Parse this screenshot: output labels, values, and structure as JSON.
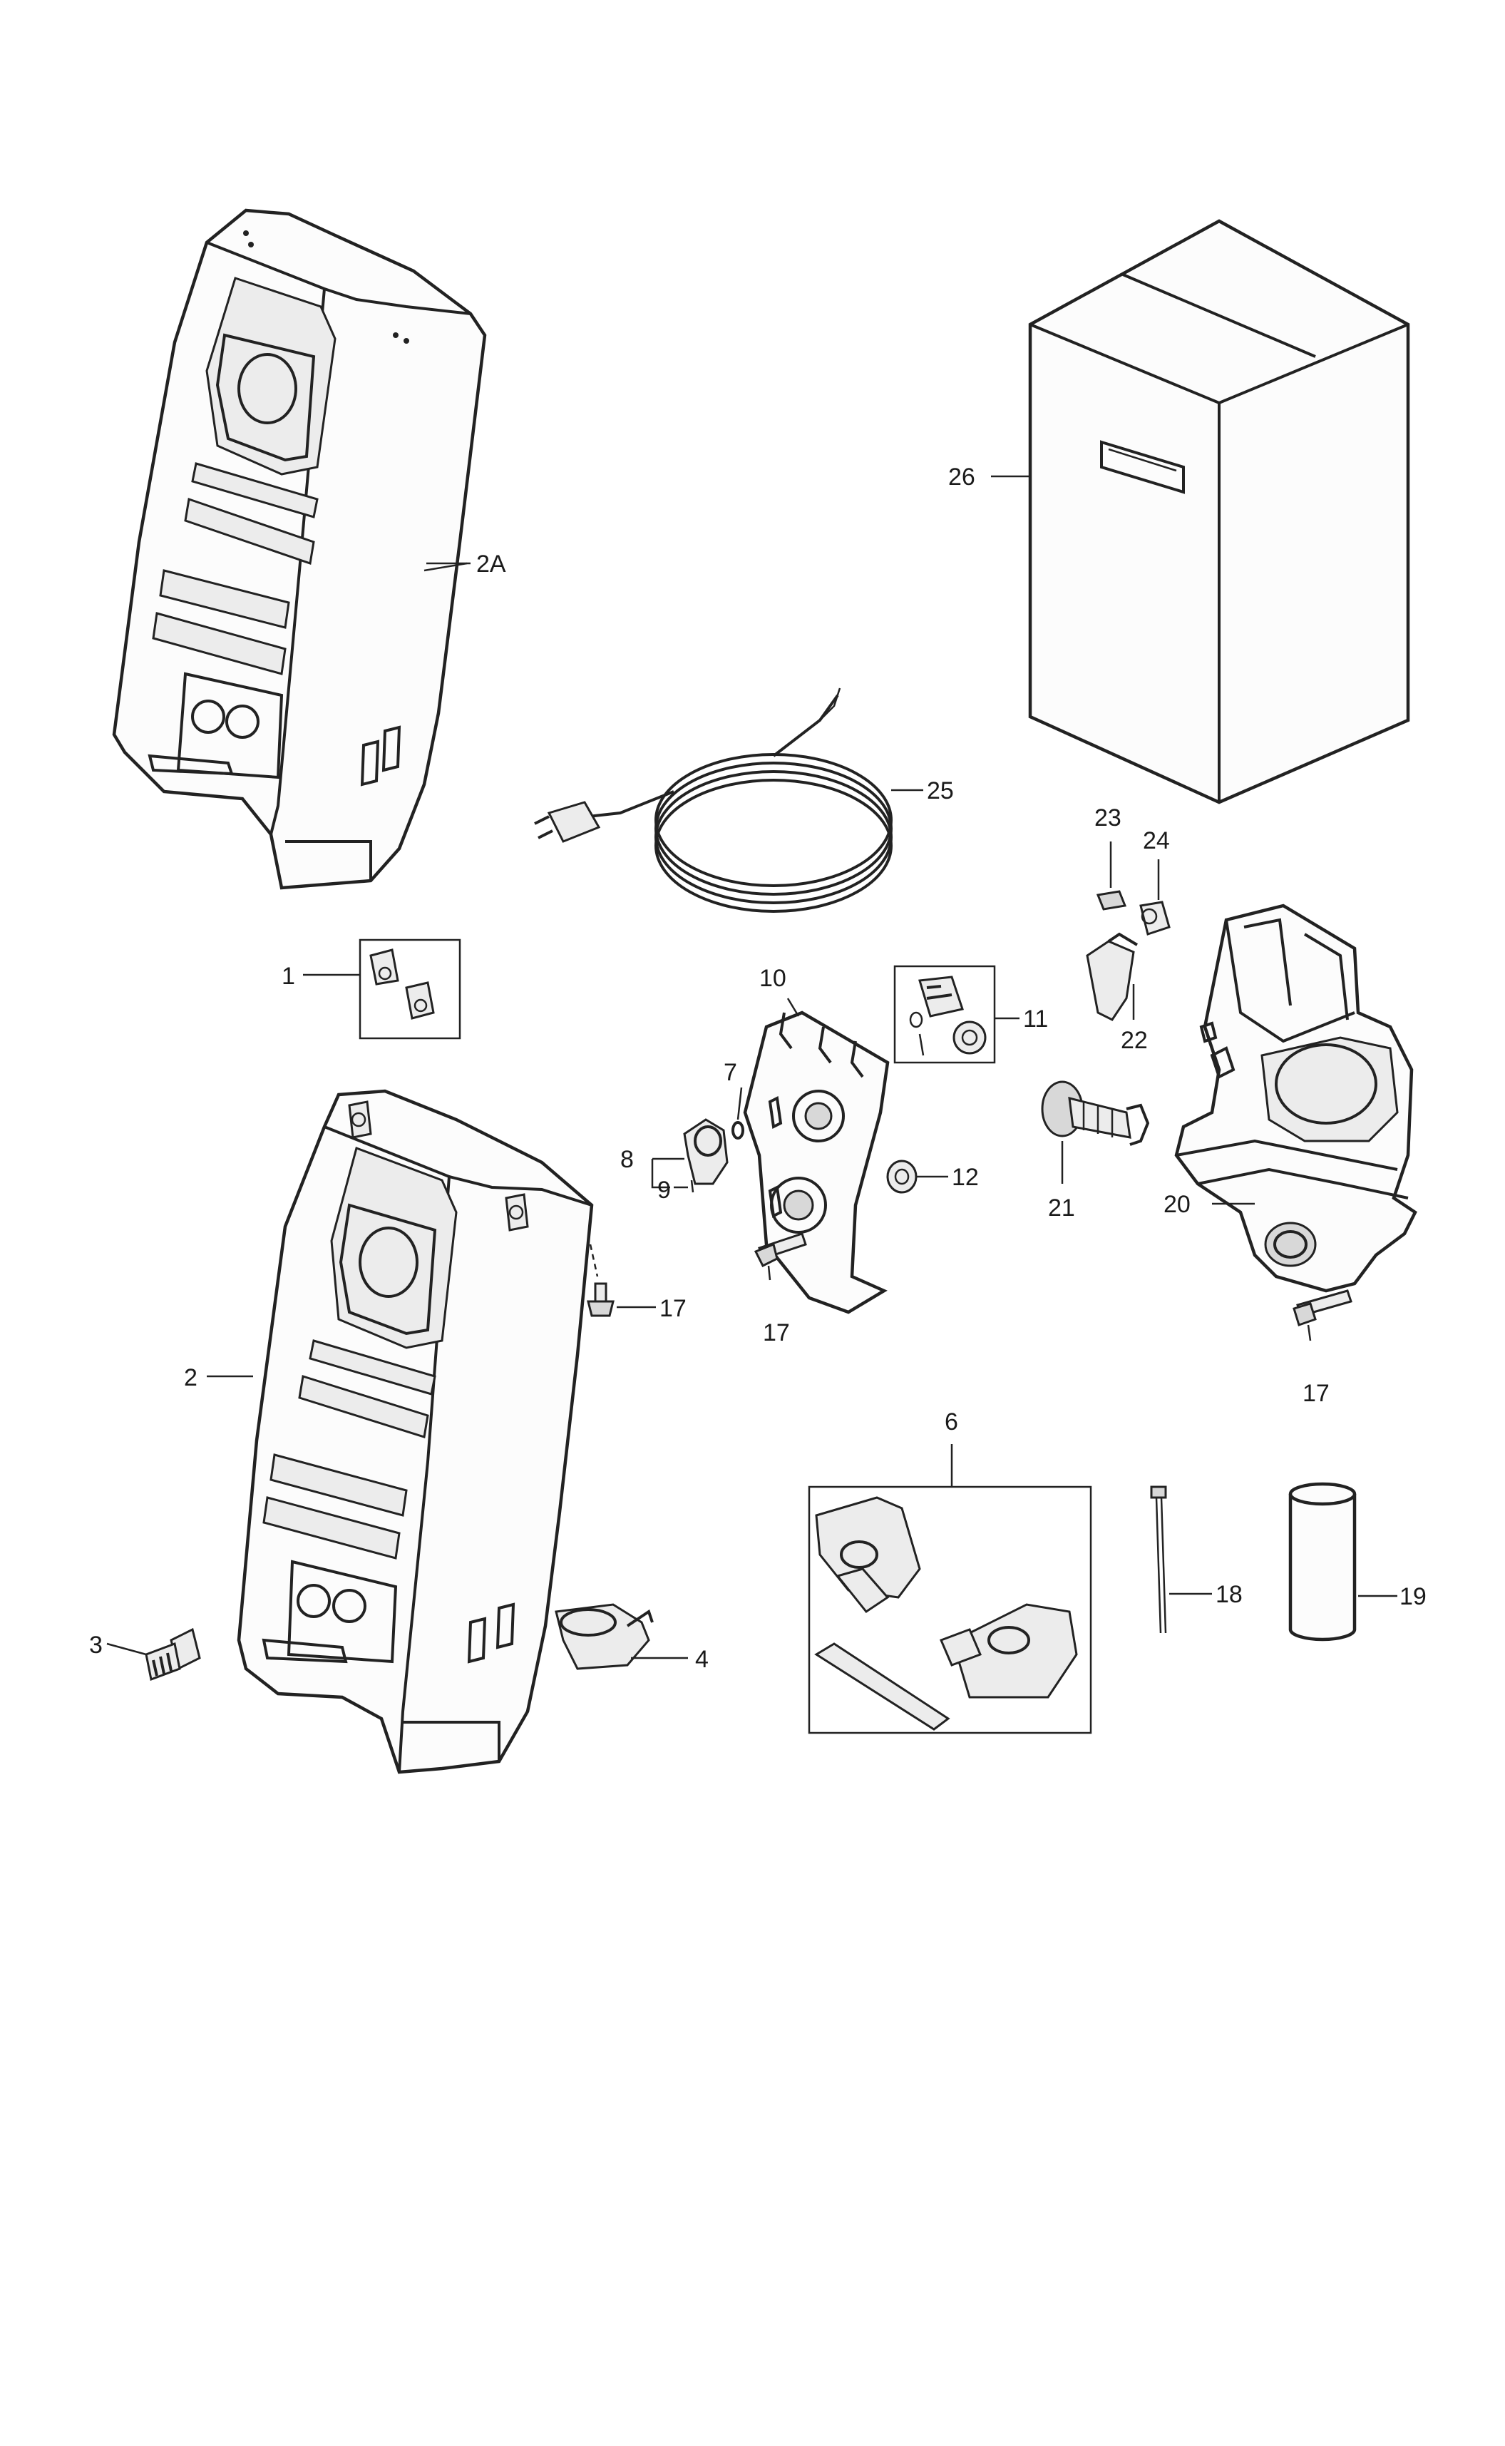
{
  "labels": {
    "l2A": "2A",
    "l1": "1",
    "l2": "2",
    "l3": "3",
    "l4": "4",
    "l6": "6",
    "l7": "7",
    "l8": "8",
    "l9": "9",
    "l10": "10",
    "l11": "11",
    "l12": "12",
    "l17a": "17",
    "l17b": "17",
    "l17c": "17",
    "l18": "18",
    "l19": "19",
    "l20": "20",
    "l21": "21",
    "l22": "22",
    "l23": "23",
    "l24": "24",
    "l25": "25",
    "l26": "26"
  }
}
